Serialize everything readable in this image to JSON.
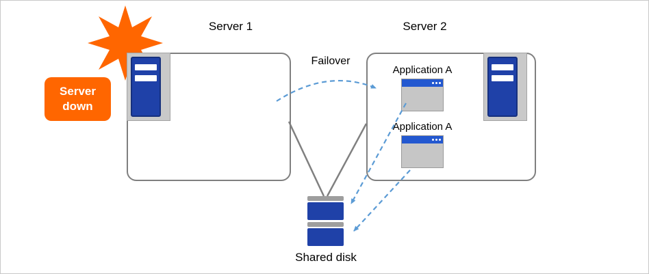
{
  "diagram": {
    "server1": {
      "label": "Server 1"
    },
    "server2": {
      "label": "Server 2"
    },
    "failover_label": "Failover",
    "server_down_label": "Server down",
    "applications": [
      {
        "label": "Application A"
      },
      {
        "label": "Application A"
      }
    ],
    "shared_disk_label": "Shared disk",
    "colors": {
      "accent_orange": "#FF6600",
      "server_blue": "#1F41A8",
      "app_titlebar_blue": "#2358D0",
      "arrow_blue": "#5B9BD5",
      "line_gray": "#808080",
      "box_border_gray": "#7F7F7F"
    }
  }
}
